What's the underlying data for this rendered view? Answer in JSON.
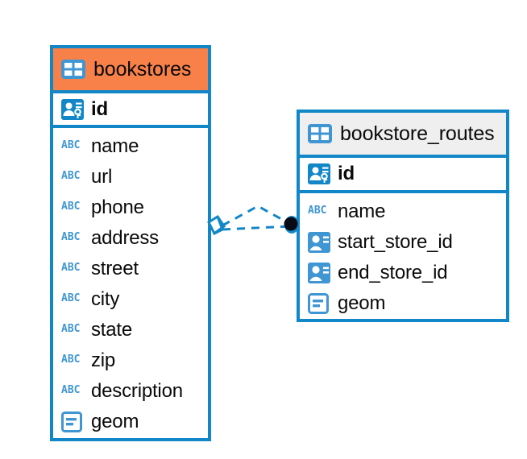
{
  "diagram": {
    "type": "entity-relationship-diagram",
    "background_color": "#ffffff",
    "accent_color": "#1287c8",
    "highlight_color": "#f8814a"
  },
  "entities": [
    {
      "name": "bookstores",
      "header_color": "#f8814a",
      "header_icon": "table-icon",
      "fields": [
        {
          "name": "id",
          "icon": "primary-key-icon",
          "key": "primary"
        },
        {
          "name": "name",
          "icon": "text-abc-icon",
          "key": "none"
        },
        {
          "name": "url",
          "icon": "text-abc-icon",
          "key": "none"
        },
        {
          "name": "phone",
          "icon": "text-abc-icon",
          "key": "none"
        },
        {
          "name": "address",
          "icon": "text-abc-icon",
          "key": "none"
        },
        {
          "name": "street",
          "icon": "text-abc-icon",
          "key": "none"
        },
        {
          "name": "city",
          "icon": "text-abc-icon",
          "key": "none"
        },
        {
          "name": "state",
          "icon": "text-abc-icon",
          "key": "none"
        },
        {
          "name": "zip",
          "icon": "text-abc-icon",
          "key": "none"
        },
        {
          "name": "description",
          "icon": "text-abc-icon",
          "key": "none"
        },
        {
          "name": "geom",
          "icon": "geometry-icon",
          "key": "none"
        }
      ]
    },
    {
      "name": "bookstore_routes",
      "header_color": "#efefef",
      "header_icon": "table-icon",
      "fields": [
        {
          "name": "id",
          "icon": "primary-key-icon",
          "key": "primary"
        },
        {
          "name": "name",
          "icon": "text-abc-icon",
          "key": "none"
        },
        {
          "name": "start_store_id",
          "icon": "foreign-key-icon",
          "key": "foreign"
        },
        {
          "name": "end_store_id",
          "icon": "foreign-key-icon",
          "key": "foreign"
        },
        {
          "name": "geom",
          "icon": "geometry-icon",
          "key": "none"
        }
      ]
    }
  ],
  "relationship": {
    "from_entity": "bookstores",
    "to_entity": "bookstore_routes",
    "line_style": "dashed",
    "line_color": "#1287c8",
    "source_marker": "diamond-aggregation-icon",
    "target_marker": "filled-circle-icon",
    "target_marker_color": "#0a0a14"
  }
}
